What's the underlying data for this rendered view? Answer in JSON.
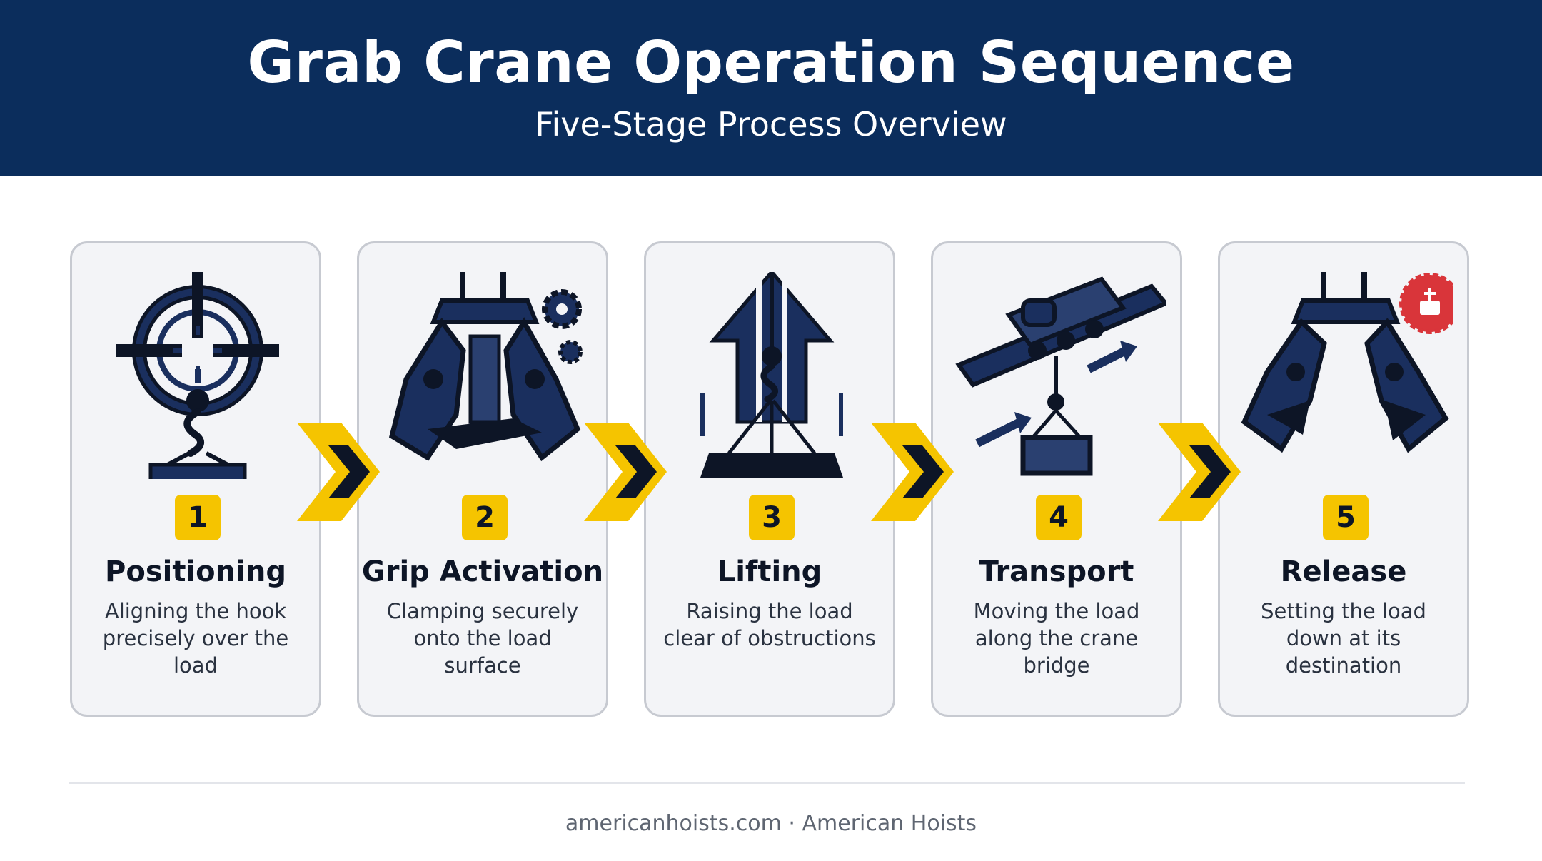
{
  "header": {
    "title": "Grab Crane Operation Sequence",
    "subtitle": "Five-Stage Process Overview"
  },
  "stages": [
    {
      "number": "1",
      "title": "Positioning",
      "description": "Aligning the hook precisely over the load",
      "icon": "crosshair-hook-icon"
    },
    {
      "number": "2",
      "title": "Grip Activation",
      "description": "Clamping securely onto the load surface",
      "icon": "grab-bucket-gears-icon"
    },
    {
      "number": "3",
      "title": "Lifting",
      "description": "Raising the load clear of obstructions",
      "icon": "lift-arrow-icon"
    },
    {
      "number": "4",
      "title": "Transport",
      "description": "Moving the load along the crane bridge",
      "icon": "crane-trolley-icon"
    },
    {
      "number": "5",
      "title": "Release",
      "description": "Setting the load down at its destination",
      "icon": "open-grab-release-icon"
    }
  ],
  "footer": {
    "text": "americanhoists.com · American Hoists"
  },
  "colors": {
    "banner": "#0b2d5c",
    "icon_navy": "#1a2f5e",
    "accent_yellow": "#f5c400",
    "release_badge": "#d9353a",
    "card_bg": "#f3f4f7",
    "card_border": "#c7cad1"
  }
}
